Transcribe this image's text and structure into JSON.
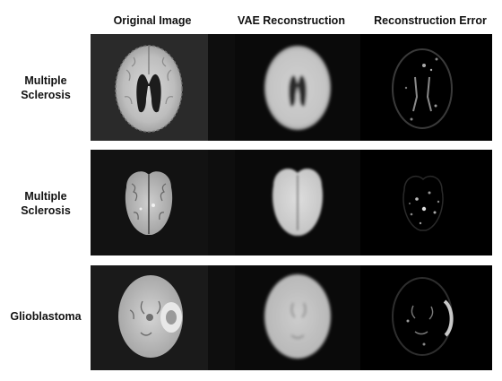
{
  "columns": [
    "Original Image",
    "VAE Reconstruction",
    "Reconstruction Error"
  ],
  "rows": [
    {
      "label_lines": [
        "Multiple",
        "Sclerosis"
      ]
    },
    {
      "label_lines": [
        "Multiple",
        "Sclerosis"
      ]
    },
    {
      "label_lines": [
        "Glioblastoma"
      ]
    }
  ]
}
